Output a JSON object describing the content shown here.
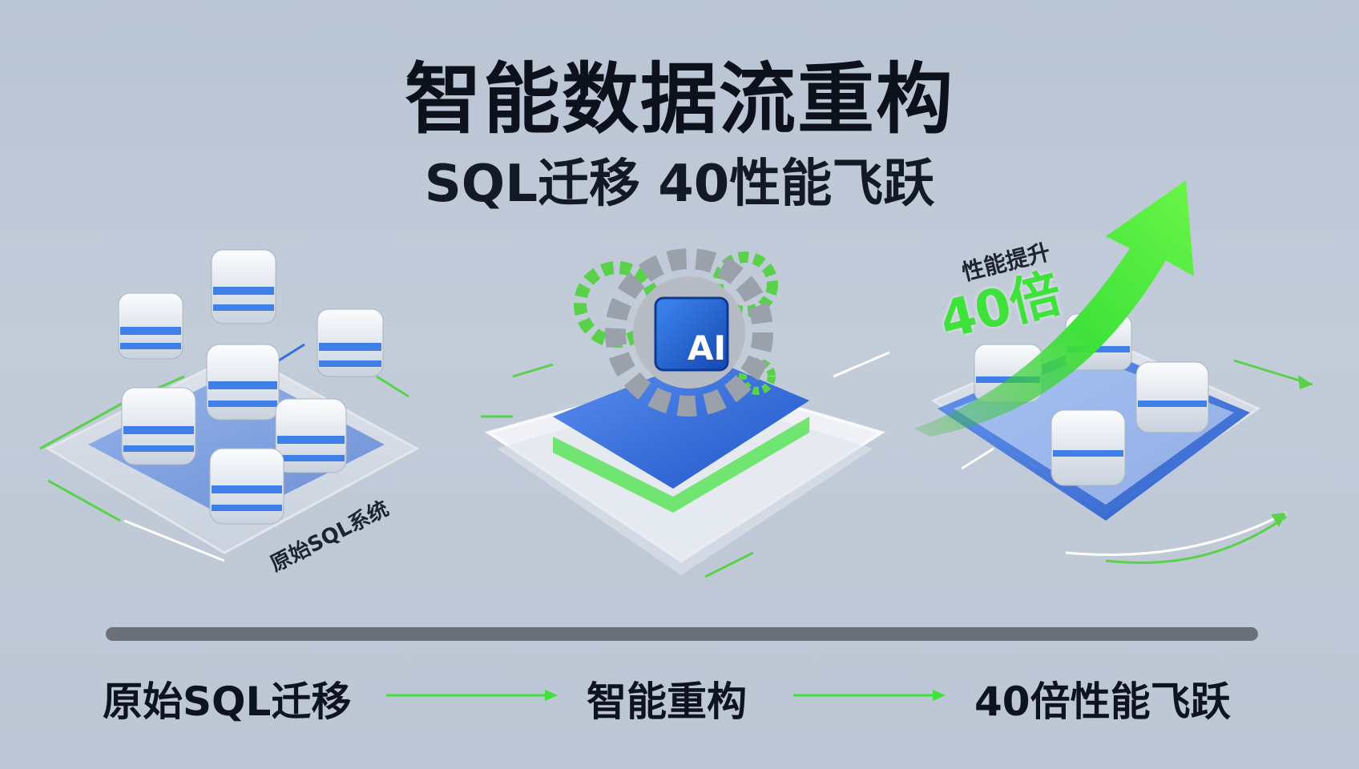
{
  "header": {
    "title": "智能数据流重构",
    "subtitle": "SQL迁移 40性能飞跃"
  },
  "illustration": {
    "left_label": "原始SQL系统",
    "center_chip_label": "AI",
    "right_small_label": "性能提升",
    "right_big_label": "40倍"
  },
  "steps": [
    {
      "label": "原始SQL迁移"
    },
    {
      "label": "智能重构"
    },
    {
      "label": "40倍性能飞跃"
    }
  ],
  "colors": {
    "accent_green": "#3fe23a",
    "accent_blue": "#2f6fe0",
    "timeline_bar": "#6b7079"
  },
  "icons": [
    "database-icon",
    "gear-icon",
    "ai-chip-icon",
    "arrow-up-right-icon",
    "arrow-right-icon"
  ]
}
